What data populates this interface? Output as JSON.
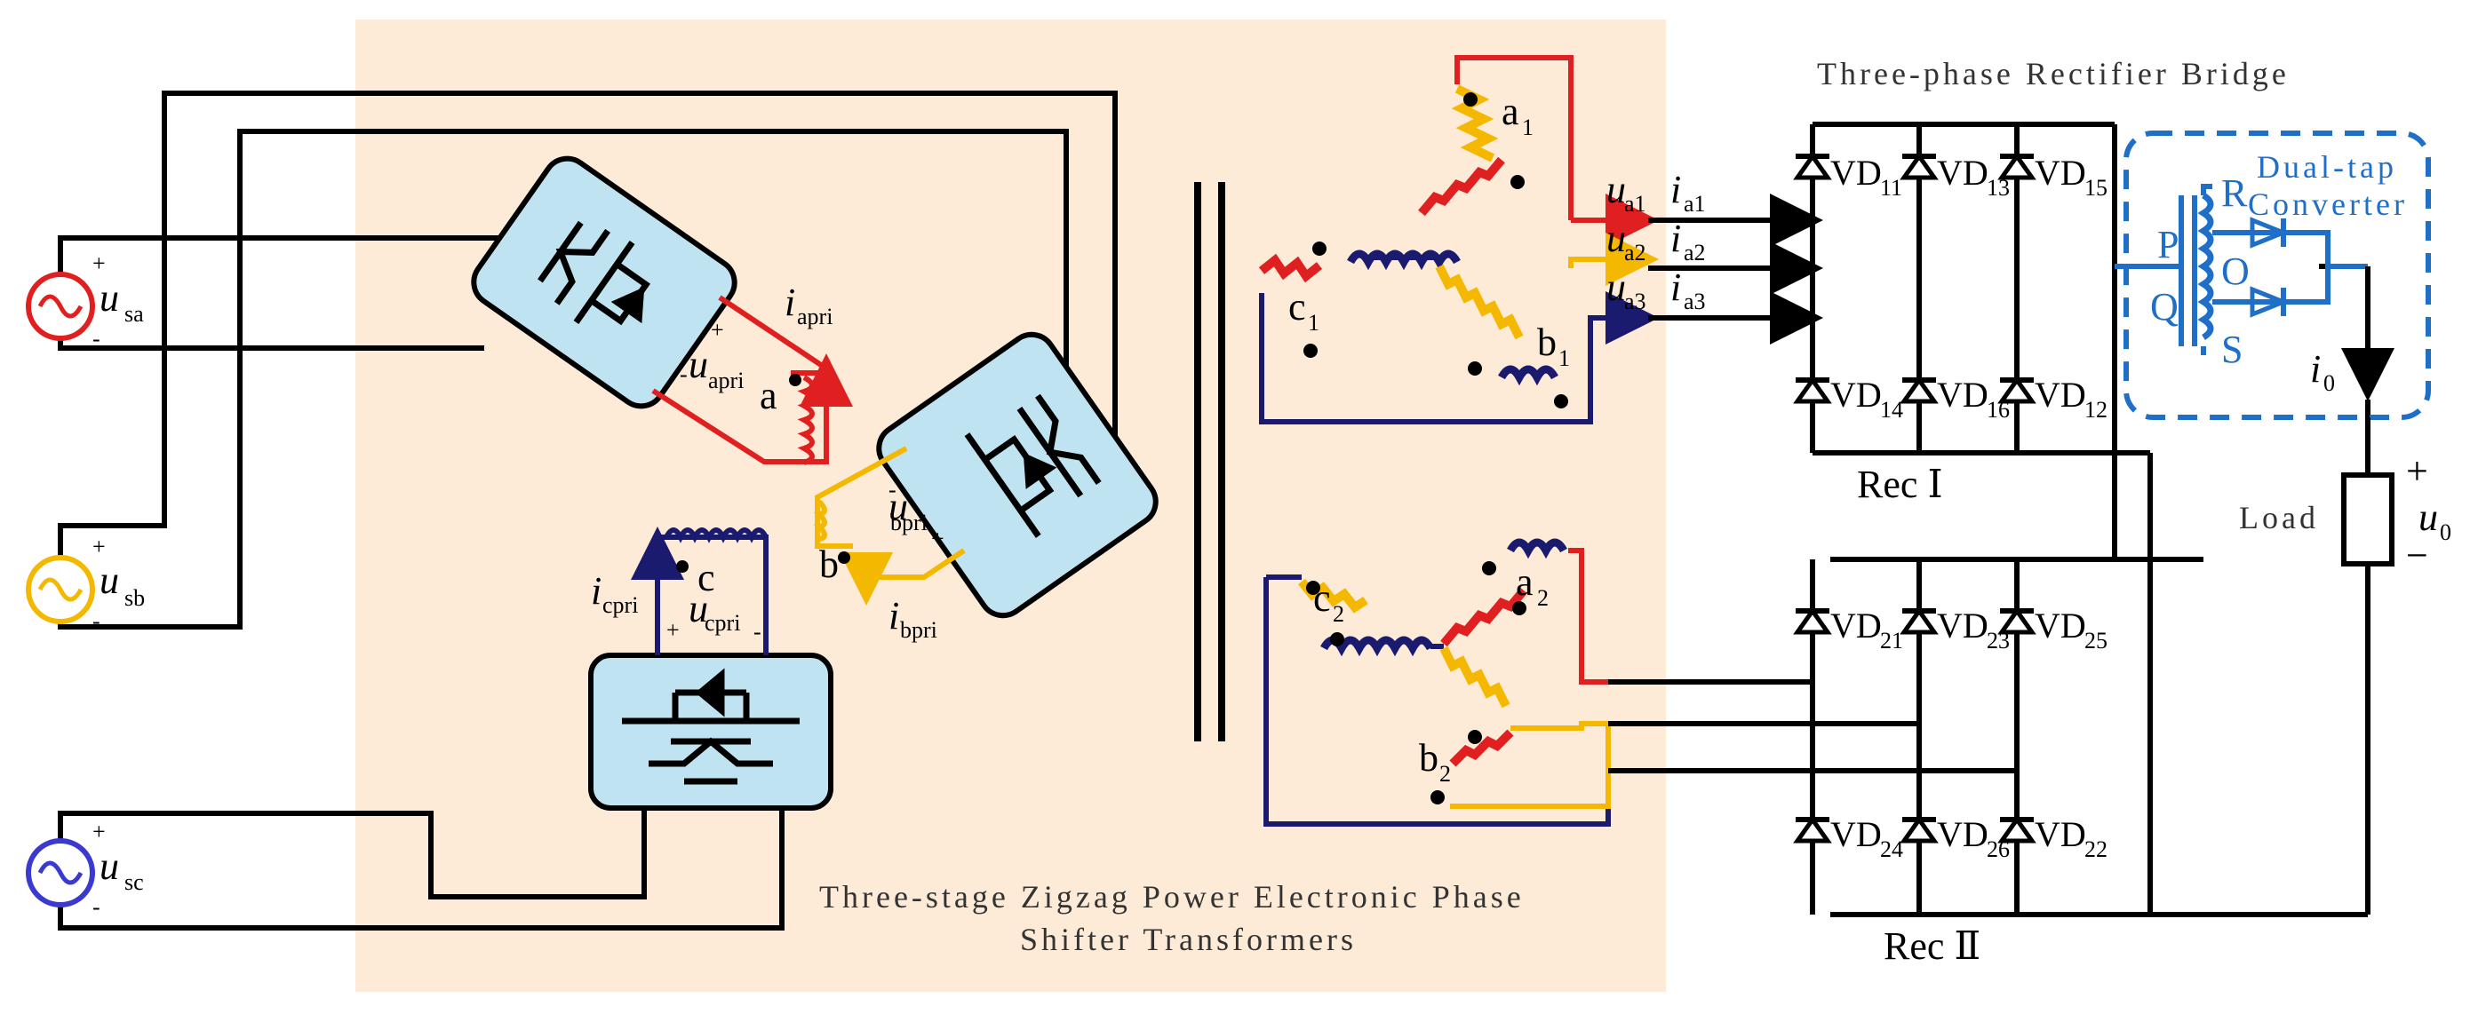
{
  "title": "Three-stage Zigzag Power Electronic Phase Shifter Transformers",
  "title_line1": "Three-stage Zigzag Power Electronic Phase",
  "title_line2": "Shifter Transformers",
  "rectifier_bridge_title": "Three-phase Rectifier Bridge",
  "sources": [
    {
      "var": "u",
      "sub": "sa",
      "plus": "+",
      "minus": "-",
      "color": "#e02020"
    },
    {
      "var": "u",
      "sub": "sb",
      "plus": "+",
      "minus": "-",
      "color": "#f5b800"
    },
    {
      "var": "u",
      "sub": "sc",
      "plus": "+",
      "minus": "-",
      "color": "#3a3ad0"
    }
  ],
  "primary": {
    "a": {
      "i": "i",
      "i_sub": "apri",
      "u": "u",
      "u_sub": "apri",
      "node": "a",
      "plus": "+",
      "minus": "-"
    },
    "b": {
      "i": "i",
      "i_sub": "bpri",
      "u": "u",
      "u_sub": "bpri",
      "node": "b",
      "plus": "+",
      "minus": "-"
    },
    "c": {
      "i": "i",
      "i_sub": "cpri",
      "u": "u",
      "u_sub": "cpri",
      "node": "c",
      "plus": "+",
      "minus": "-"
    }
  },
  "secondary1": {
    "a": "a",
    "a_sub": "1",
    "b": "b",
    "b_sub": "1",
    "c": "c",
    "c_sub": "1",
    "outputs": [
      {
        "u": "u",
        "u_sub": "a1",
        "i": "i",
        "i_sub": "a1"
      },
      {
        "u": "u",
        "u_sub": "a2",
        "i": "i",
        "i_sub": "a2"
      },
      {
        "u": "u",
        "u_sub": "a3",
        "i": "i",
        "i_sub": "a3"
      }
    ]
  },
  "secondary2": {
    "a": "a",
    "a_sub": "2",
    "b": "b",
    "b_sub": "2",
    "c": "c",
    "c_sub": "2"
  },
  "rec1": {
    "label": "Rec Ⅰ",
    "diodes": [
      {
        "name": "VD",
        "sub": "11"
      },
      {
        "name": "VD",
        "sub": "13"
      },
      {
        "name": "VD",
        "sub": "15"
      },
      {
        "name": "VD",
        "sub": "14"
      },
      {
        "name": "VD",
        "sub": "16"
      },
      {
        "name": "VD",
        "sub": "12"
      }
    ]
  },
  "rec2": {
    "label": "Rec Ⅱ",
    "diodes": [
      {
        "name": "VD",
        "sub": "21"
      },
      {
        "name": "VD",
        "sub": "23"
      },
      {
        "name": "VD",
        "sub": "25"
      },
      {
        "name": "VD",
        "sub": "24"
      },
      {
        "name": "VD",
        "sub": "26"
      },
      {
        "name": "VD",
        "sub": "22"
      }
    ]
  },
  "dual_tap": {
    "title_line1": "Dual-tap",
    "title_line2": "Converter",
    "P": "P",
    "Q": "Q",
    "R": "R",
    "O": "O",
    "S": "S"
  },
  "load": {
    "label": "Load",
    "i": "i",
    "i_sub": "0",
    "u": "u",
    "u_sub": "0",
    "plus": "+",
    "minus": "−"
  },
  "colors": {
    "red": "#e02020",
    "yellow": "#f5b800",
    "navy": "#1a1a6e",
    "blue": "#1f6fc8",
    "panel": "#fdebd8",
    "box": "#bfe3f0"
  }
}
